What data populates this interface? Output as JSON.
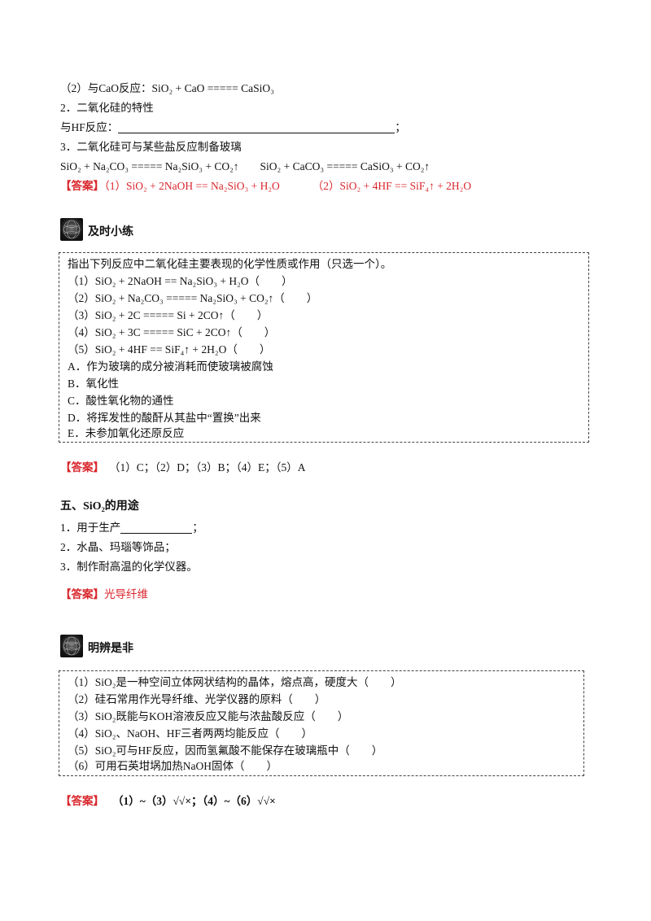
{
  "top": {
    "l1_prefix": "（2）与CaO反应：",
    "l1_eq": "SiO₂ + CaO ===== CaSiO₃",
    "l2": "2．二氧化硅的特性",
    "l3_prefix": "与HF反应：",
    "l3_suffix": "；",
    "l4": "3．二氧化硅可与某些盐反应制备玻璃",
    "l5_eq1": "SiO₂ + Na₂CO₃ ===== Na₂SiO₃ + CO₂↑",
    "l5_eq2": "SiO₂ + CaCO₃ ===== CaSiO₃ + CO₂↑",
    "answer_label": "【答案】",
    "answer1": "（1）SiO₂ + 2NaOH == Na₂SiO₃ + H₂O",
    "answer2": "（2）SiO₂ + 4HF == SiF₄↑ + 2H₂O"
  },
  "practice": {
    "title": "及时小练",
    "rows": [
      "指出下列反应中二氧化硅主要表现的化学性质或作用（只选一个）。",
      "（1）SiO₂ + 2NaOH == Na₂SiO₃ + H₂O（　　）",
      "（2）SiO₂ + Na₂CO₃ ===== Na₂SiO₃ + CO₂↑（　　）",
      "（3）SiO₂ + 2C ===== Si + 2CO↑（　　）",
      "（4）SiO₂ + 3C ===== SiC + 2CO↑（　　）",
      "（5）SiO₂ + 4HF == SiF₄↑ + 2H₂O（　　）",
      "A．作为玻璃的成分被消耗而使玻璃被腐蚀",
      "B．氧化性",
      "C．酸性氧化物的通性",
      "D．将挥发性的酸酐从其盐中“置换”出来",
      "E．未参加氧化还原反应"
    ],
    "answer_label": "【答案】",
    "answer": "（1）C；（2）D；（3）B；（4）E；（5）A"
  },
  "uses": {
    "heading": "五、SiO₂的用途",
    "l1_prefix": "1．用于生产",
    "l1_suffix": "；",
    "l2": "2．水晶、玛瑙等饰品；",
    "l3": "3．制作耐高温的化学仪器。",
    "answer_label": "【答案】",
    "answer": "光导纤维"
  },
  "judge": {
    "title": "明辨是非",
    "rows": [
      "（1）SiO₂是一种空间立体网状结构的晶体，熔点高，硬度大（　　）",
      "（2）硅石常用作光导纤维、光学仪器的原料（　　）",
      "（3）SiO₂既能与KOH溶液反应又能与浓盐酸反应（　　）",
      "（4）SiO₂、NaOH、HF三者两两均能反应（　　）",
      "（5）SiO₂可与HF反应，因而氢氟酸不能保存在玻璃瓶中（　　）",
      "（6）可用石英坩埚加热NaOH固体（　　）"
    ],
    "answer_label": "【答案】",
    "answer": "（1）~（3）√√×；（4）~（6）√√×"
  },
  "icons": [
    "sphere-icon",
    "sphere-icon"
  ]
}
